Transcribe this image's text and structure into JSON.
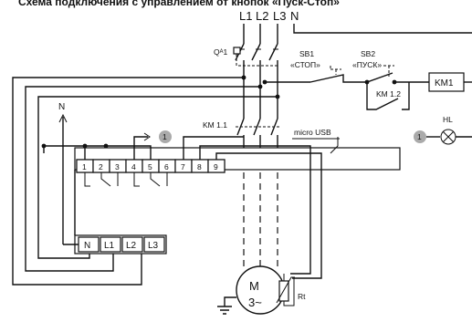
{
  "title": "Схема подключения с управлением от кнопок «Пуск-Стоп»",
  "phases": [
    "L1",
    "L2",
    "L3",
    "N"
  ],
  "breaker_label": "Qᴬ1",
  "sb1": {
    "name": "SB1",
    "label": "«СТОП»"
  },
  "sb2": {
    "name": "SB2",
    "label": "«ПУСК»"
  },
  "coil_label": "KM1",
  "hold_contact_label": "KM 1.2",
  "main_contactor_label": "KM 1.1",
  "usb_label": "micro USB",
  "neutral_label": "N",
  "lamp_label": "HL",
  "marker_value": "1",
  "relay_terminals": [
    "1",
    "2",
    "3",
    "4",
    "5",
    "6",
    "7",
    "8",
    "9"
  ],
  "power_terminals": [
    "N",
    "L1",
    "L2",
    "L3"
  ],
  "motor": {
    "letter": "M",
    "phases": "3~"
  },
  "thermistor_label": "Rt"
}
